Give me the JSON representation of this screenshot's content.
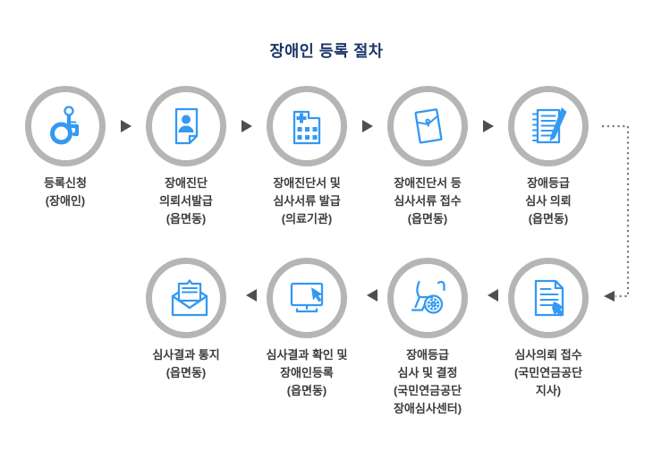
{
  "title": "장애인 등록 절차",
  "colors": {
    "accent_blue": "#3399f3",
    "circle_ring_gray": "#b5b5b5",
    "arrow_gray": "#4f4f4f",
    "title_navy": "#1c3668",
    "label_text": "#3c3c3c",
    "connector_dotted_gray": "#7a7a7a",
    "background": "#ffffff"
  },
  "flow": {
    "top_row_direction": "right",
    "bottom_row_direction": "left",
    "top_row": [
      {
        "label": "등록신청\n(장애인)",
        "icon": "wheelchair-user-icon"
      },
      {
        "label": "장애진단\n의뢰서발급\n(읍면동)",
        "icon": "person-document-icon"
      },
      {
        "label": "장애진단서 및\n심사서류 발급\n(의료기관)",
        "icon": "hospital-icon"
      },
      {
        "label": "장애진단서 등\n심사서류 접수\n(읍면동)",
        "icon": "sealed-envelope-icon"
      },
      {
        "label": "장애등급\n심사 의뢰\n(읍면동)",
        "icon": "notebook-pen-icon"
      }
    ],
    "bottom_row": [
      {
        "label": "심사결과 통지\n(읍면동)",
        "icon": "open-envelope-icon"
      },
      {
        "label": "심사결과 확인 및\n장애인등록\n(읍면동)",
        "icon": "monitor-cursor-icon"
      },
      {
        "label": "장애등급\n심사 및 결정\n(국민연금공단\n장애심사센터)",
        "icon": "wheelchair-icon"
      },
      {
        "label": "심사의뢰 접수\n(국민연금공단\n지사)",
        "icon": "document-hand-icon"
      }
    ]
  }
}
